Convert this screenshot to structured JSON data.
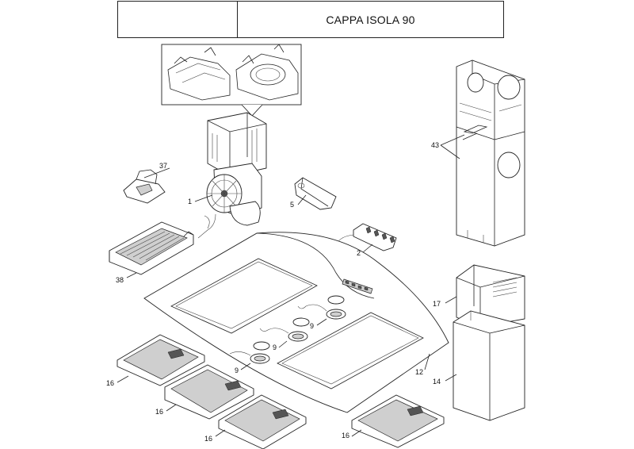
{
  "header": {
    "title": "CAPPA ISOLA 90"
  },
  "labels": {
    "p1": "1",
    "p2": "2",
    "p5": "5",
    "p9a": "9",
    "p9b": "9",
    "p9c": "9",
    "p12": "12",
    "p14": "14",
    "p16a": "16",
    "p16b": "16",
    "p16c": "16",
    "p16d": "16",
    "p17": "17",
    "p37": "37",
    "p38": "38",
    "p43": "43"
  }
}
